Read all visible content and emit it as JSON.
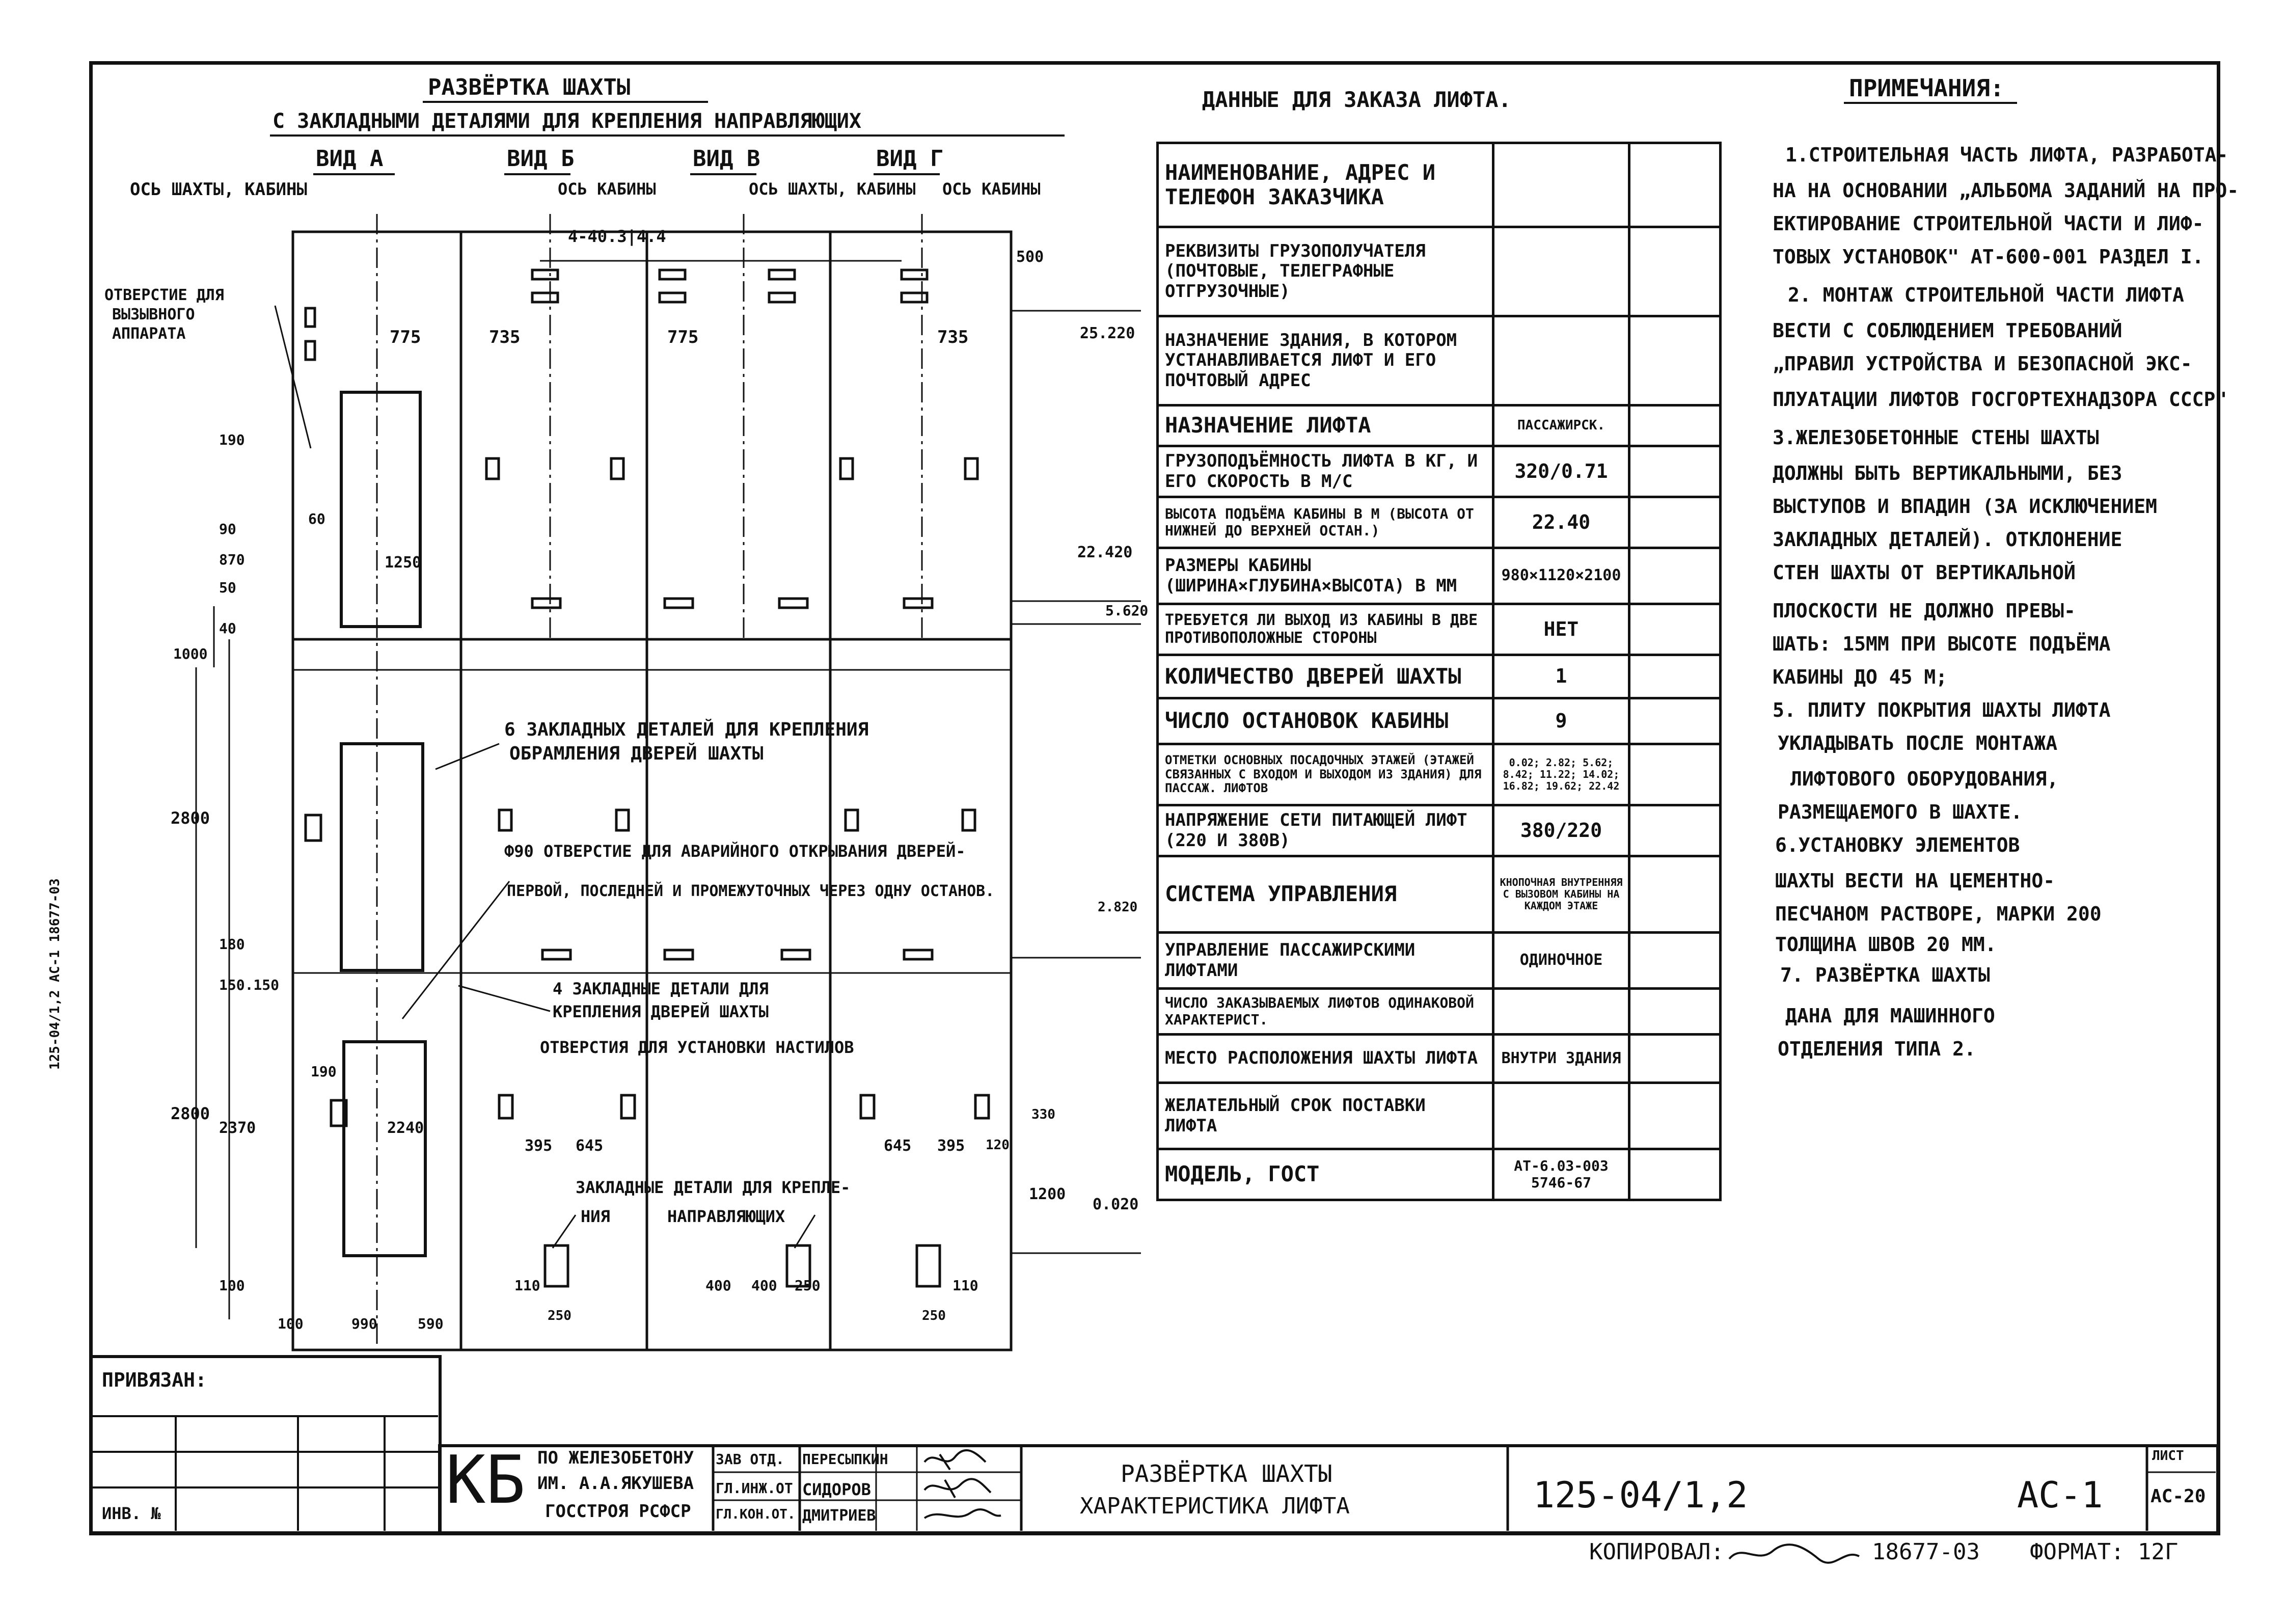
{
  "drawing": {
    "title_line1": "Развёртка шахты",
    "title_line2": "с закладными деталями для крепления направляющих",
    "views": [
      "Вид А",
      "Вид Б",
      "Вид В",
      "Вид Г"
    ],
    "labels": {
      "axis_shaft_cabin": "Ось шахты, кабины",
      "axis_cabin_1": "ось кабины",
      "axis_shaft_cabin_2": "ось шахты, кабины",
      "axis_cabin_2": "ось кабины",
      "hole_caller_1": "отверстие для",
      "hole_caller_2": "вызывного",
      "hole_caller_3": "аппарата",
      "embedded_6_line1": "6 закладных деталей для крепления",
      "embedded_6_line2": "обрамления дверей шахты",
      "hole_phi90_line1": "Ф90 отверстие для аварийного открывания дверей-",
      "hole_phi90_line2": "первой, последней и промежуточных через одну останов.",
      "embedded_4_line1": "4 закладные детали для",
      "embedded_4_line2": "крепления дверей шахты",
      "holes_decking": "отверстия для установки настилов",
      "embedded_guides_line1": "Закладные детали для крепле-",
      "embedded_guides_line2": "ния",
      "embedded_guides_line3": "направляющих",
      "ref_4_40": "4-40.3|4.4"
    },
    "dimensions": {
      "d775a": "775",
      "d735a": "735",
      "d775b": "775",
      "d735b": "735",
      "d500": "500",
      "d190": "190",
      "d90": "90",
      "d870": "870",
      "d50": "50",
      "d60": "60",
      "d1250": "1250",
      "d40": "40",
      "d1000": "1000",
      "d2800a": "2800",
      "d2800b": "2800",
      "d180": "180",
      "d150_150": "150.150",
      "d190b": "190",
      "d2370": "2370",
      "d2240": "2240",
      "d395a": "395",
      "d645a": "645",
      "d645b": "645",
      "d395b": "395",
      "d120": "120",
      "d330": "330",
      "d1200": "1200",
      "d100a": "100",
      "d100b": "100",
      "d990": "990",
      "d590": "590",
      "d110a": "110",
      "d250a": "250",
      "d400a": "400",
      "d400b": "400",
      "d250b": "250",
      "d110b": "110",
      "d250c": "250",
      "elev_25220": "25.220",
      "elev_22420": "22.420",
      "elev_5620": "5.620",
      "elev_2820": "2.820",
      "elev_0020": "0.020"
    }
  },
  "order_data": {
    "title": "Данные для заказа лифта.",
    "rows": [
      {
        "label": "Наименование, адрес и телефон заказчика",
        "value": ""
      },
      {
        "label": "Реквизиты грузополучателя (почтовые, телеграфные отгрузочные)",
        "value": ""
      },
      {
        "label": "Назначение здания, в котором устанавливается лифт и его почтовый адрес",
        "value": ""
      },
      {
        "label": "Назначение лифта",
        "value": "пассажирск."
      },
      {
        "label": "Грузоподъёмность лифта в кг, и его скорость в м/с",
        "value": "320/0.71"
      },
      {
        "label": "Высота подъёма кабины в м (высота от нижней до верхней остан.)",
        "value": "22.40"
      },
      {
        "label": "Размеры кабины (ширина×глубина×высота) в мм",
        "value": "980×1120×2100"
      },
      {
        "label": "Требуется ли выход из кабины в две противоположные стороны",
        "value": "НЕТ"
      },
      {
        "label": "Количество дверей шахты",
        "value": "1"
      },
      {
        "label": "Число остановок кабины",
        "value": "9"
      },
      {
        "label": "Отметки основных посадочных этажей (этажей связанных с входом и выходом из здания) для пассаж. лифтов",
        "value": "0.02; 2.82; 5.62; 8.42; 11.22; 14.02; 16.82; 19.62; 22.42"
      },
      {
        "label": "Напряжение сети питающей лифт (220 и 380в)",
        "value": "380/220"
      },
      {
        "label": "Система управления",
        "value": "кнопочная внутренняя с вызовом кабины на каждом этаже"
      },
      {
        "label": "Управление пассажирскими лифтами",
        "value": "одиночное"
      },
      {
        "label": "Число заказываемых лифтов одинаковой характерист.",
        "value": ""
      },
      {
        "label": "Место расположения шахты лифта",
        "value": "внутри здания"
      },
      {
        "label": "Желательный срок поставки лифта",
        "value": ""
      },
      {
        "label": "Модель, ГОСТ",
        "value": "АТ-6.03-003 5746-67"
      }
    ]
  },
  "notes": {
    "title": "Примечания:",
    "lines": [
      "1.Строительная часть лифта, разработа-",
      "на на основании „Альбома заданий на про-",
      "ектирование строительной части и лиф-",
      "товых установок\" АТ-600-001 Раздел I.",
      "2. Монтаж строительной части лифта",
      "вести с соблюдением требований",
      "„Правил устройства и безопасной экс-",
      "плуатации лифтов Госгортехнадзора СССР\"",
      "3.Железобетонные стены шахты",
      "должны быть вертикальными, без",
      "выступов и впадин (за исключением",
      "закладных деталей). Отклонение",
      "стен шахты от вертикальной",
      "плоскости не должно превы-",
      "шать: 15мм при высоте подъёма",
      "кабины до 45 м;",
      "5. Плиту покрытия шахты лифта",
      "укладывать после монтажа",
      "лифтового оборудования,",
      "размещаемого в шахте.",
      "6.Установку элементов",
      "шахты вести на цементно-",
      "песчаном растворе, марки 200",
      "толщина швов 20 мм.",
      "7. Развёртка шахты",
      "дана для машинного",
      "отделения типа 2."
    ]
  },
  "title_block": {
    "privyazan": "Привязан:",
    "inv_no": "Инв. №",
    "kb": "КБ",
    "org_line1": "по железобетону",
    "org_line2": "им. А.А.Якушева",
    "org_line3": "Госстроя РСФСР",
    "roles": [
      "Зав отд.",
      "Гл.инж.от",
      "Гл.кон.от."
    ],
    "names": [
      "Пересыпкин",
      "Сидоров",
      "Дмитриев"
    ],
    "sheet_title_1": "Развёртка шахты",
    "sheet_title_2": "Характеристика лифта",
    "code": "125-04/1,2",
    "sheet_code": "АС-1",
    "list_label": "лист",
    "list_value": "АС-20"
  },
  "footer": {
    "copied": "Копировал:",
    "copy_number": "18677-03",
    "format": "Формат: 12г"
  },
  "side_text": "125-04/1,2 АС-1 18677-03"
}
